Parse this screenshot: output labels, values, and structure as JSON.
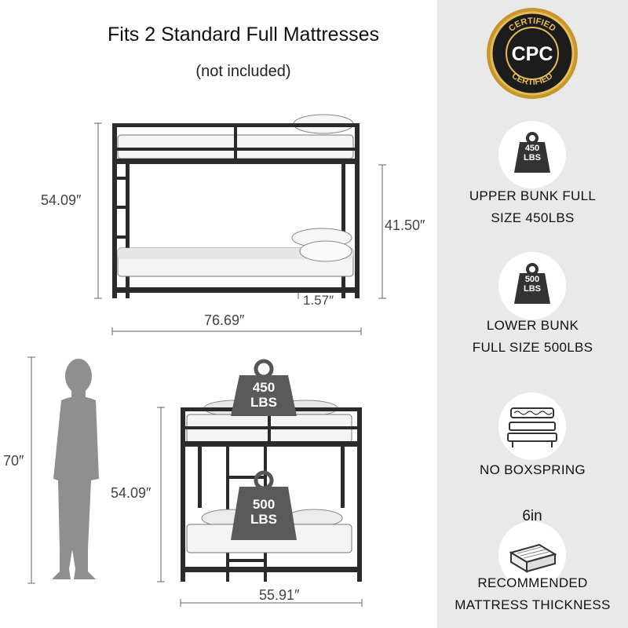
{
  "header": {
    "title": "Fits 2 Standard Full Mattresses",
    "subtitle": "(not included)"
  },
  "side_view": {
    "total_height": "54.09″",
    "lower_clearance": "41.50″",
    "floor_clearance": "1.57″",
    "length": "76.69″"
  },
  "front_view": {
    "person_height": "70″",
    "total_height": "54.09″",
    "width": "55.91″",
    "upper_weight": {
      "value": "450",
      "unit": "LBS"
    },
    "lower_weight": {
      "value": "500",
      "unit": "LBS"
    }
  },
  "badge": {
    "top": "CERTIFIED",
    "center": "CPC",
    "bottom": "CERTIFIED"
  },
  "features": [
    {
      "icon": "weight-450-icon",
      "icon_value": "450",
      "icon_unit": "LBS",
      "line1": "UPPER BUNK FULL",
      "line2": "SIZE 450LBS"
    },
    {
      "icon": "weight-500-icon",
      "icon_value": "500",
      "icon_unit": "LBS",
      "line1": "LOWER BUNK",
      "line2": "FULL SIZE 500LBS"
    },
    {
      "icon": "no-boxspring-icon",
      "line1": "NO BOXSPRING"
    },
    {
      "icon": "mattress-icon",
      "icon_label": "6in",
      "line1": "RECOMMENDED",
      "line2": "MATTRESS THICKNESS"
    }
  ],
  "colors": {
    "panel": "#e9e9e9",
    "metal": "#2b2b2b",
    "mattress": "#f4f4f4",
    "weight_badge": "#555555",
    "gold": "#c9962b"
  }
}
